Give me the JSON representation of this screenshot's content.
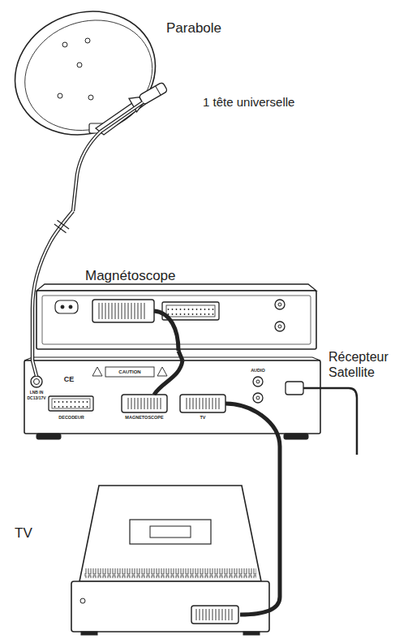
{
  "diagram": {
    "nodes": [
      {
        "text": [
          "Parabole"
        ]
      },
      {
        "text": [
          "Magnétoscope"
        ]
      },
      {
        "text": [
          "Récepteur Satellite"
        ]
      },
      {
        "text": [
          "TV"
        ]
      }
    ],
    "edges": [
      {
        "from": 0,
        "to": 2,
        "arrow": "none"
      },
      {
        "from": 1,
        "to": 2,
        "arrow": "none"
      },
      {
        "from": 2,
        "to": 3,
        "arrow": "none"
      }
    ],
    "labels": [
      "1 tête universelle",
      "LNB IN",
      "DC13/17V",
      "CE",
      "CAUTION",
      "DECODEUR",
      "MAGNETOSCOPE",
      "TV",
      "AUDIO"
    ]
  }
}
